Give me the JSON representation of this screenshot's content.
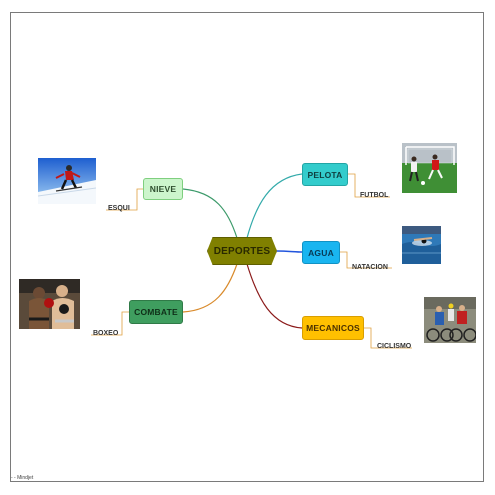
{
  "map": {
    "central": "DEPORTES",
    "branches": {
      "nieve": "NIEVE",
      "combate": "COMBATE",
      "pelota": "PELOTA",
      "agua": "AGUA",
      "mecanicos": "MECANICOS"
    },
    "leaves": {
      "esqui": "ESQUI",
      "boxeo": "BOXEO",
      "futbol": "FUTBOL",
      "natacion": "NATACION",
      "ciclismo": "CICLISMO"
    }
  },
  "footer": "- - Mindjet",
  "colors": {
    "central": "#808000",
    "nieve": "#ccf5cc",
    "combate": "#3f9e5f",
    "pelota": "#33cccc",
    "agua": "#19b5f0",
    "mecanicos": "#ffc000"
  }
}
